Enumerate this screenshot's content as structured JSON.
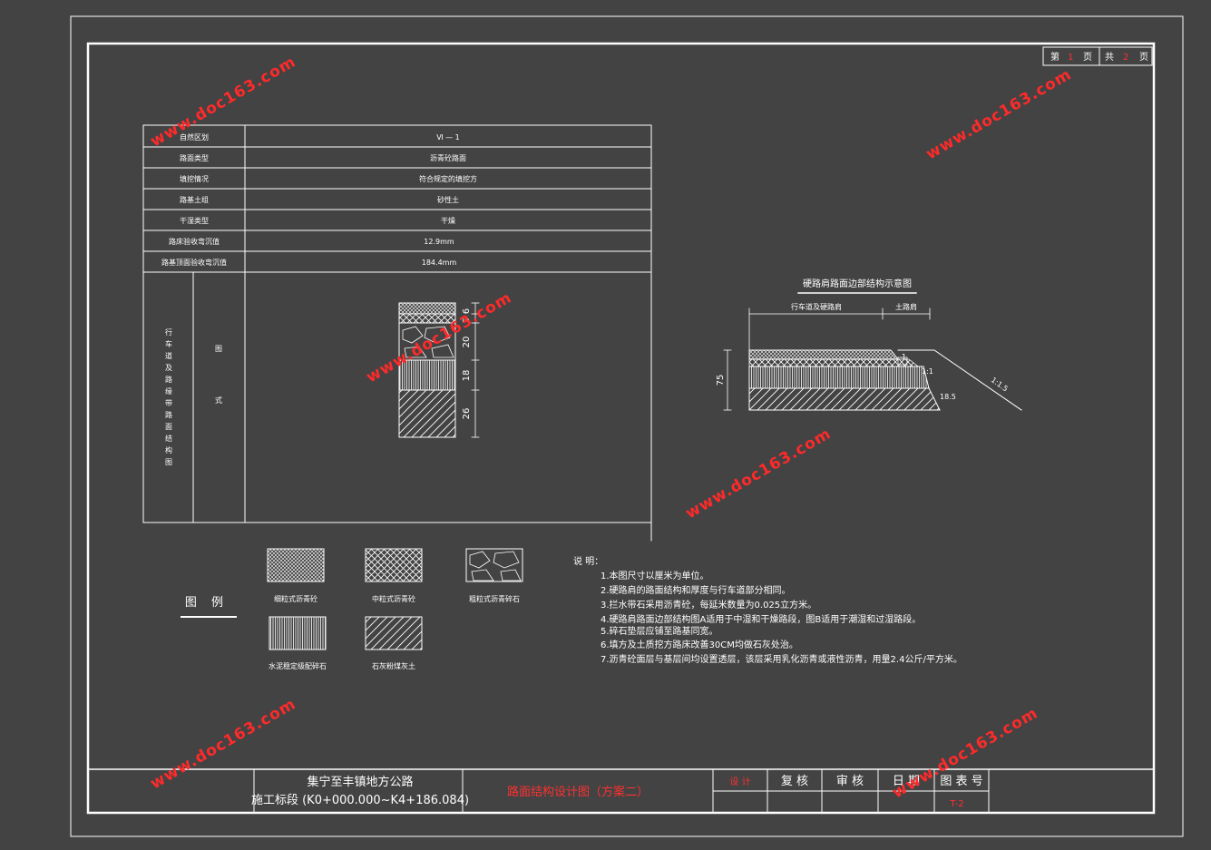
{
  "page_info": {
    "page_label_prefix": "第",
    "page_current": "1",
    "page_label_mid": "页",
    "total_label_prefix": "共",
    "page_total": "2",
    "total_label_suffix": "页"
  },
  "spec_table": {
    "rows": [
      {
        "label": "自然区划",
        "value": "Ⅵ — 1"
      },
      {
        "label": "路面类型",
        "value": "沥青砼路面"
      },
      {
        "label": "填挖情况",
        "value": "符合规定的填挖方"
      },
      {
        "label": "路基土组",
        "value": "砂性土"
      },
      {
        "label": "干湿类型",
        "value": "干燥"
      },
      {
        "label": "路床验收弯沉值",
        "value": "12.9mm"
      },
      {
        "label": "路基顶面验收弯沉值",
        "value": "184.4mm"
      }
    ],
    "section_label": "行车道及路缘带路面结构图",
    "pattern_label_1": "图",
    "pattern_label_2": "式",
    "layer_thicknesses": [
      "6",
      "5",
      "20",
      "18",
      "26"
    ]
  },
  "shoulder_diagram": {
    "title": "硬路肩路面边部结构示意图",
    "left_label": "行车道及硬路肩",
    "right_label": "土路肩",
    "height_dim": "75",
    "dim_small": "1",
    "slope_1": "1:1",
    "slope_2": "1:1.5",
    "slope_3": "18.5"
  },
  "legend": {
    "title": "图 例",
    "items": [
      {
        "label": "细粒式沥青砼"
      },
      {
        "label": "中粒式沥青砼"
      },
      {
        "label": "粗粒式沥青碎石"
      },
      {
        "label": "水泥稳定级配碎石"
      },
      {
        "label": "石灰粉煤灰土"
      }
    ]
  },
  "notes": {
    "title": "说 明：",
    "items": [
      "1.本图尺寸以厘米为单位。",
      "2.硬路肩的路面结构和厚度与行车道部分相同。",
      "3.拦水带石采用沥青砼，每延米数量为0.025立方米。",
      "4.硬路肩路面边部结构图A适用于中湿和干燥路段，图B适用于潮湿和过湿路段。",
      "5.碎石垫层应铺至路基同宽。",
      "6.填方及土质挖方路床改善30CM均做石灰处治。",
      "7.沥青砼面层与基层间均设置透层，该层采用乳化沥青或液性沥青，用量2.4公斤/平方米。"
    ]
  },
  "title_block": {
    "project_line_1": "集宁至丰镇地方公路",
    "project_line_2": "施工标段 (K0+000.000~K4+186.084)",
    "drawing_title": "路面结构设计图（方案二）",
    "design_label": "设 计",
    "review_label": "复 核",
    "check_label": "审 核",
    "date_label": "日 期",
    "sheet_label": "图 表 号",
    "sheet_number": "T-2"
  },
  "watermarks": [
    "www.doc163.com",
    "www.doc163.com",
    "www.doc163.com",
    "www.doc163.com",
    "www.doc163.com",
    "www.doc163.com"
  ],
  "colors": {
    "background": "#434343",
    "line": "#ffffff",
    "accent_red": "#ff3030"
  }
}
